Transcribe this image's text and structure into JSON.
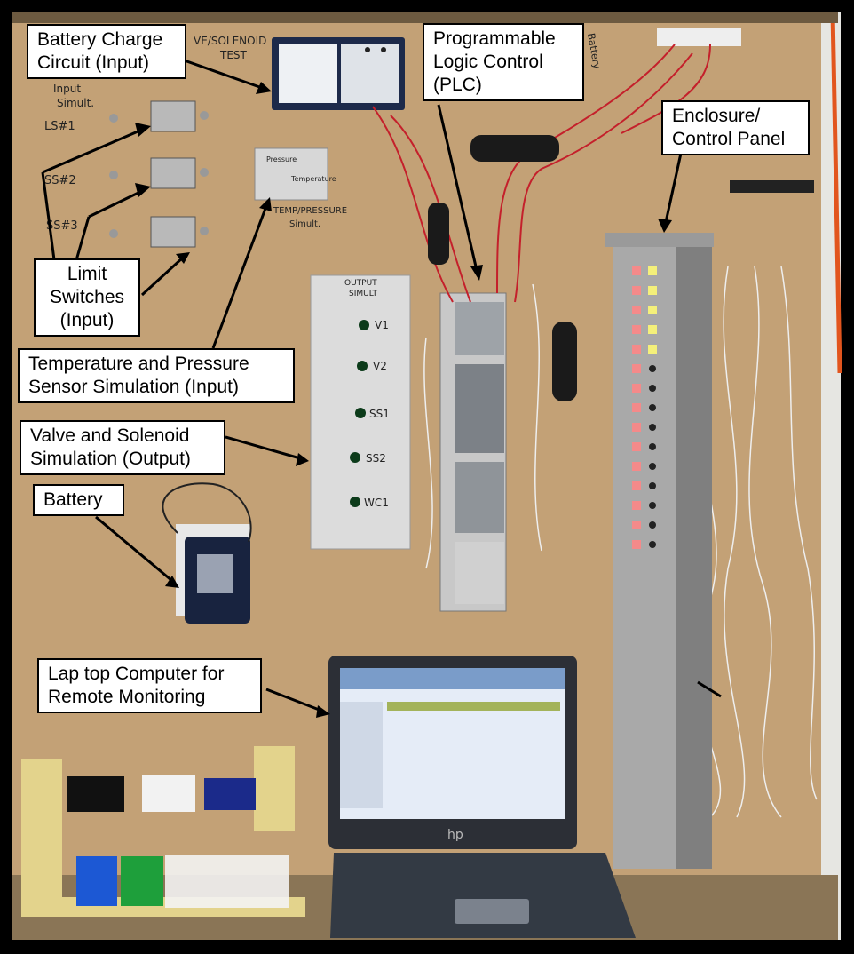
{
  "callouts": {
    "battery_charge": [
      "Battery Charge",
      "Circuit (Input)"
    ],
    "plc": [
      "Programmable",
      "Logic Control",
      "(PLC)"
    ],
    "enclosure": [
      "Enclosure/",
      "Control Panel"
    ],
    "limit_switches": [
      "Limit",
      "Switches",
      "(Input)"
    ],
    "temp_pressure": [
      "Temperature and Pressure",
      "Sensor Simulation (Input)"
    ],
    "valve_solenoid": [
      "Valve and Solenoid",
      "Simulation (Output)"
    ],
    "battery": [
      "Battery"
    ],
    "laptop": [
      "Lap top Computer for",
      "Remote Monitoring"
    ]
  },
  "handwriting": {
    "top_note": "VE/SOLENOID",
    "test": "TEST",
    "input_simul": [
      "Input",
      "Simult."
    ],
    "ls1": "LS#1",
    "ls2": "SS#2",
    "ls3": "SS#3",
    "output_simul": [
      "OUTPUT",
      "SIMULT"
    ],
    "v1": "V1",
    "v2": "V2",
    "ss1": "SS1",
    "ss2": "SS2",
    "wc1": "WC1",
    "temp_pressure_simult": [
      "TEMP/PRESSURE",
      "Simult."
    ],
    "pressure": "Pressure",
    "temperature": "Temperature",
    "battery_note": "Battery",
    "laptop_brand": "hp"
  },
  "colors": {
    "board": "#c9a77b",
    "panel_metal": "#a9a9a9",
    "wire_red": "#c4202b",
    "wire_white": "#eeeeee"
  }
}
